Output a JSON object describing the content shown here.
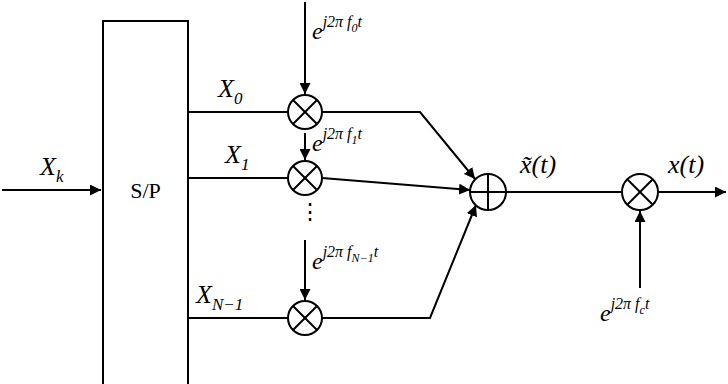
{
  "diagram": {
    "nodes": [
      {
        "text": [
          "S/P"
        ]
      }
    ],
    "labels": [
      "X",
      "k",
      "X",
      "0",
      "X",
      "1",
      "X",
      "N−1",
      "e",
      "j2π f",
      "0",
      "t",
      "e",
      "j2π f",
      "1",
      "t",
      "e",
      "j2π f",
      "N−1",
      "t",
      "⋮",
      "x̃(t)",
      "x(t)",
      "e",
      "j2π f",
      "c",
      "t"
    ]
  }
}
